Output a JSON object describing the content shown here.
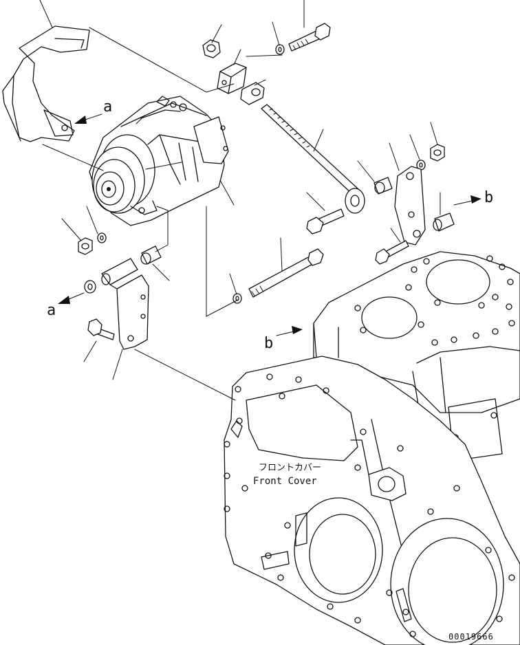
{
  "labels": {
    "ref_a_upper": "a",
    "ref_a_lower": "a",
    "ref_b_right": "b",
    "ref_b_lower": "b",
    "front_cover_jp": "フロントカバー",
    "front_cover_en": "Front Cover",
    "drawing_number": "00019666"
  }
}
